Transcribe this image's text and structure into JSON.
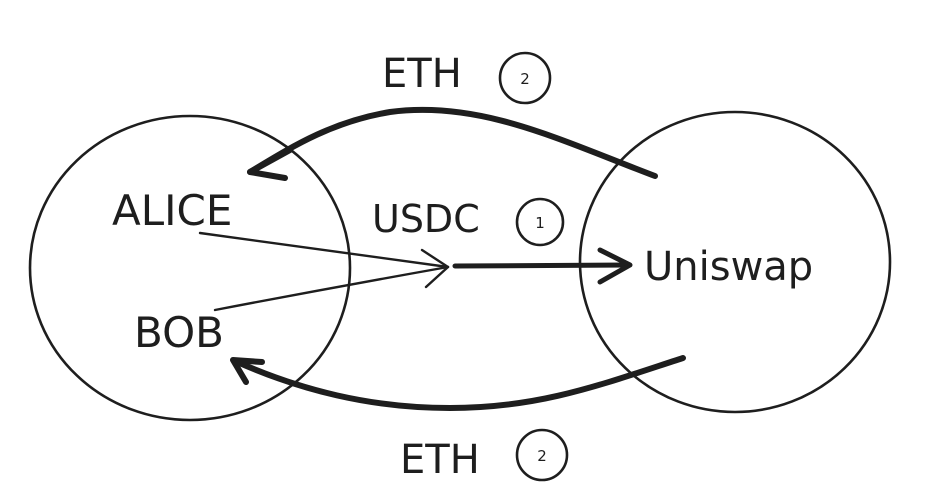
{
  "nodes": {
    "alice": "ALICE",
    "bob": "BOB",
    "uniswap": "Uniswap"
  },
  "edges": {
    "usdc": {
      "label": "USDC",
      "step": "1"
    },
    "eth_top": {
      "label": "ETH",
      "step": "2"
    },
    "eth_bottom": {
      "label": "ETH",
      "step": "2"
    }
  },
  "colors": {
    "stroke": "#1e1e1e",
    "background": "#ffffff"
  }
}
